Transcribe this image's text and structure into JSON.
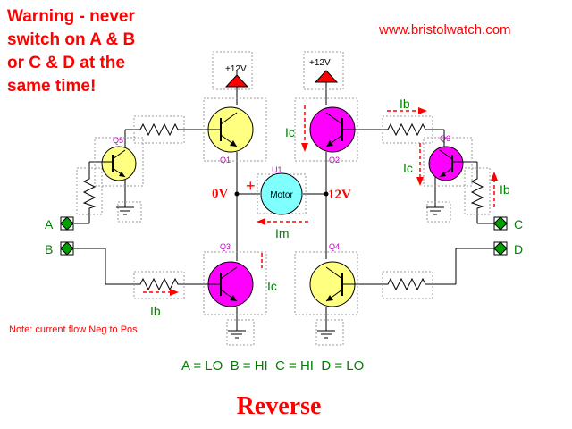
{
  "warning": {
    "line1": "Warning - never",
    "line2": "switch on A & B",
    "line3": "or C & D at the",
    "line4": "same time!"
  },
  "website": "www.bristolwatch.com",
  "supply_left": "+12V",
  "supply_right": "+12V",
  "transistors": {
    "q1": "Q1",
    "q2": "Q2",
    "q3": "Q3",
    "q4": "Q4",
    "q5": "Q5",
    "q6": "Q6"
  },
  "motor": {
    "ref": "U1",
    "label": "Motor",
    "plus": "+"
  },
  "voltages": {
    "left": "0V",
    "right": "12V"
  },
  "currents": {
    "ic_q2": "Ic",
    "ib_q6": "Ib",
    "ic_q6": "Ic",
    "ib_r": "Ib",
    "im": "Im",
    "ic_q3": "Ic",
    "ib_q3": "Ib"
  },
  "inputs": {
    "a": "A",
    "b": "B",
    "c": "C",
    "d": "D"
  },
  "note": "Note: current flow Neg to Pos",
  "state": "A = LO  B = HI  C = HI  D = LO",
  "mode": "Reverse",
  "colors": {
    "red": "#ff0000",
    "green": "#008000",
    "magenta": "#ff00ff",
    "yellow": "#ffff80",
    "motor_fill": "#80ffff",
    "wire": "#000000",
    "label_magenta": "#c000c0"
  }
}
